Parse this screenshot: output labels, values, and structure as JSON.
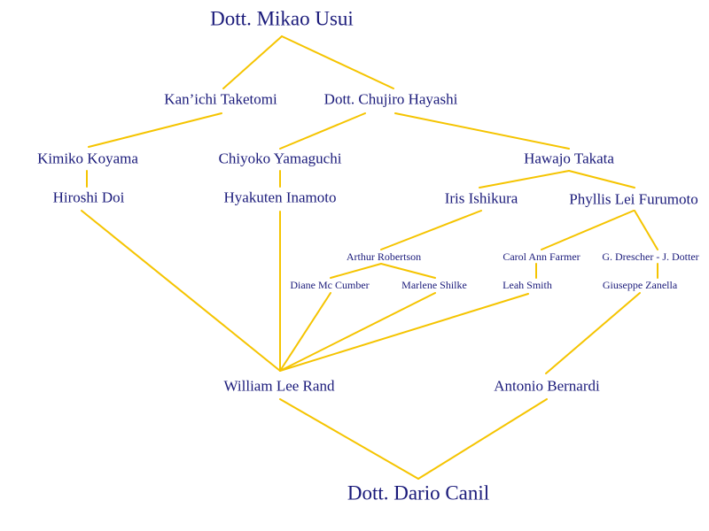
{
  "diagram": {
    "line_color": "#F5C400",
    "text_color": "#1A1A7A",
    "nodes": {
      "usui": "Dott. Mikao Usui",
      "taketomi": "Kan’ichi Taketomi",
      "hayashi": "Dott. Chujiro Hayashi",
      "koyama": "Kimiko Koyama",
      "yamaguchi": "Chiyoko Yamaguchi",
      "takata": "Hawajo Takata",
      "doi": "Hiroshi Doi",
      "inamoto": "Hyakuten Inamoto",
      "ishikura": "Iris Ishikura",
      "furumoto": "Phyllis Lei Furumoto",
      "robertson": "Arthur Robertson",
      "farmer": "Carol Ann Farmer",
      "drescher_dotter": "G. Drescher - J. Dotter",
      "mccumber": "Diane Mc Cumber",
      "shilke": "Marlene Shilke",
      "smith": "Leah Smith",
      "zanella": "Giuseppe Zanella",
      "rand": "William Lee Rand",
      "bernardi": "Antonio Bernardi",
      "canil": "Dott. Dario Canil"
    }
  }
}
